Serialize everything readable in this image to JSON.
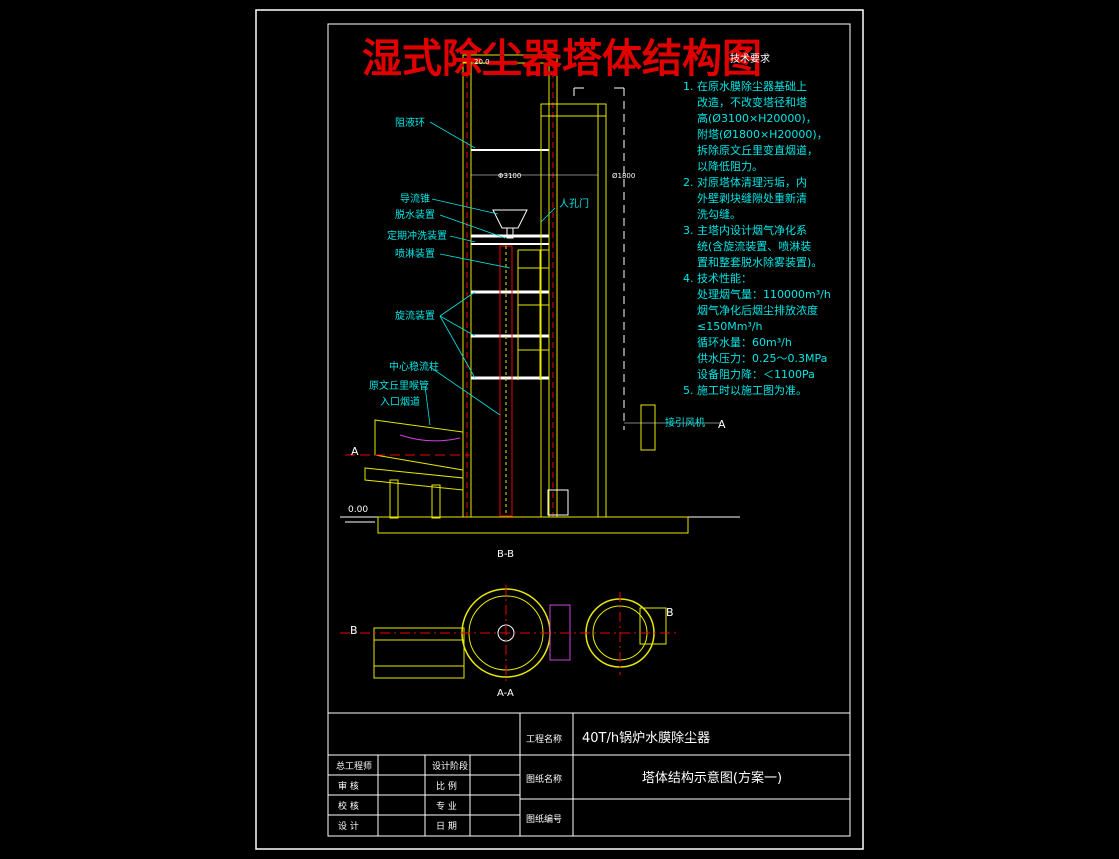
{
  "title": "湿式除尘器塔体结构图",
  "labels": {
    "ring": "阻液环",
    "guide": "导流锥",
    "dewater": "脱水装置",
    "flush": "定期冲洗装置",
    "spray": "喷淋装置",
    "swirl": "旋流装置",
    "center": "中心稳流柱",
    "venturi_1": "原文丘里喉管",
    "venturi_2": "入口烟道",
    "manhole": "人孔门",
    "fan": "接引风机",
    "dim_left": "Φ3100",
    "dim_right": "Ø1800",
    "dim_top": "20.0",
    "elevation": "0.00",
    "section_bb": "B-B",
    "section_aa": "A-A",
    "mark_a": "A",
    "mark_b": "B"
  },
  "tech": {
    "heading": "技术要求",
    "lines": [
      "1. 在原水膜除尘器基础上",
      "改造，不改变塔径和塔",
      "高(Ø3100×H20000)，",
      "附塔(Ø1800×H20000)，",
      "拆除原文丘里变直烟道，",
      "以降低阻力。",
      "2. 对原塔体清理污垢，内",
      "外壁剥块缝隙处重新清",
      "洗勾缝。",
      "3. 主塔内设计烟气净化系",
      "统(含旋流装置、喷淋装",
      "置和整套脱水除雾装置)。",
      "4. 技术性能：",
      "处理烟气量：110000m³/h",
      "烟气净化后烟尘排放浓度",
      "≤150Mm³/h",
      "循环水量：60m³/h",
      "供水压力：0.25～0.3MPa",
      "设备阻力降：＜1100Pa",
      "5. 施工时以施工图为准。"
    ]
  },
  "titleblock": {
    "project_label": "工程名称",
    "project_value": "40T/h锅炉水膜除尘器",
    "drawing_label": "图纸名称",
    "drawing_value": "塔体结构示意图(方案一)",
    "number_label": "图纸编号",
    "rows": [
      [
        "总工程师",
        "设计阶段"
      ],
      [
        "审  核",
        "比  例"
      ],
      [
        "校  核",
        "专  业"
      ],
      [
        "设  计",
        "日  期"
      ]
    ]
  }
}
